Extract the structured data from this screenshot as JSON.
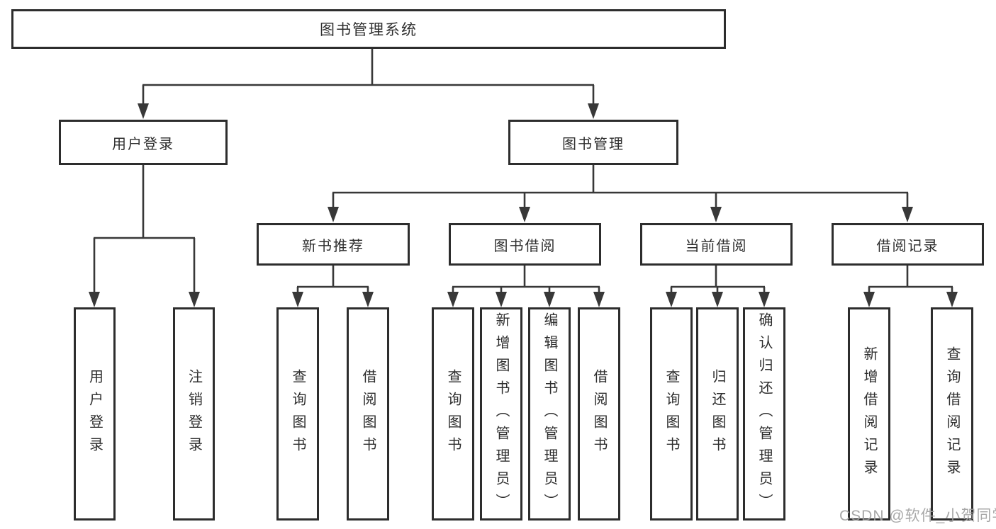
{
  "tree": {
    "root": {
      "label": "图书管理系统"
    },
    "login_branch": {
      "label": "用户登录",
      "children": [
        {
          "label": "用户登录"
        },
        {
          "label": "注销登录"
        }
      ]
    },
    "management_branch": {
      "label": "图书管理",
      "sections": [
        {
          "label": "新书推荐",
          "children": [
            {
              "label": "查询图书"
            },
            {
              "label": "借阅图书"
            }
          ]
        },
        {
          "label": "图书借阅",
          "children": [
            {
              "label": "查询图书"
            },
            {
              "label": "新增图书（管理员）"
            },
            {
              "label": "编辑图书（管理员）"
            },
            {
              "label": "借阅图书"
            }
          ]
        },
        {
          "label": "当前借阅",
          "children": [
            {
              "label": "查询图书"
            },
            {
              "label": "归还图书"
            },
            {
              "label": "确认归还（管理员）"
            }
          ]
        },
        {
          "label": "借阅记录",
          "children": [
            {
              "label": "新增借阅记录"
            },
            {
              "label": "查询借阅记录"
            }
          ]
        }
      ]
    }
  },
  "watermark": {
    "text": "CSDN @软件_小贺同学"
  },
  "colors": {
    "line": "#383838",
    "box_border": "#2d2d2d",
    "text": "#2e2e2e",
    "background": "#ffffff",
    "watermark": "#9e9e9e"
  }
}
